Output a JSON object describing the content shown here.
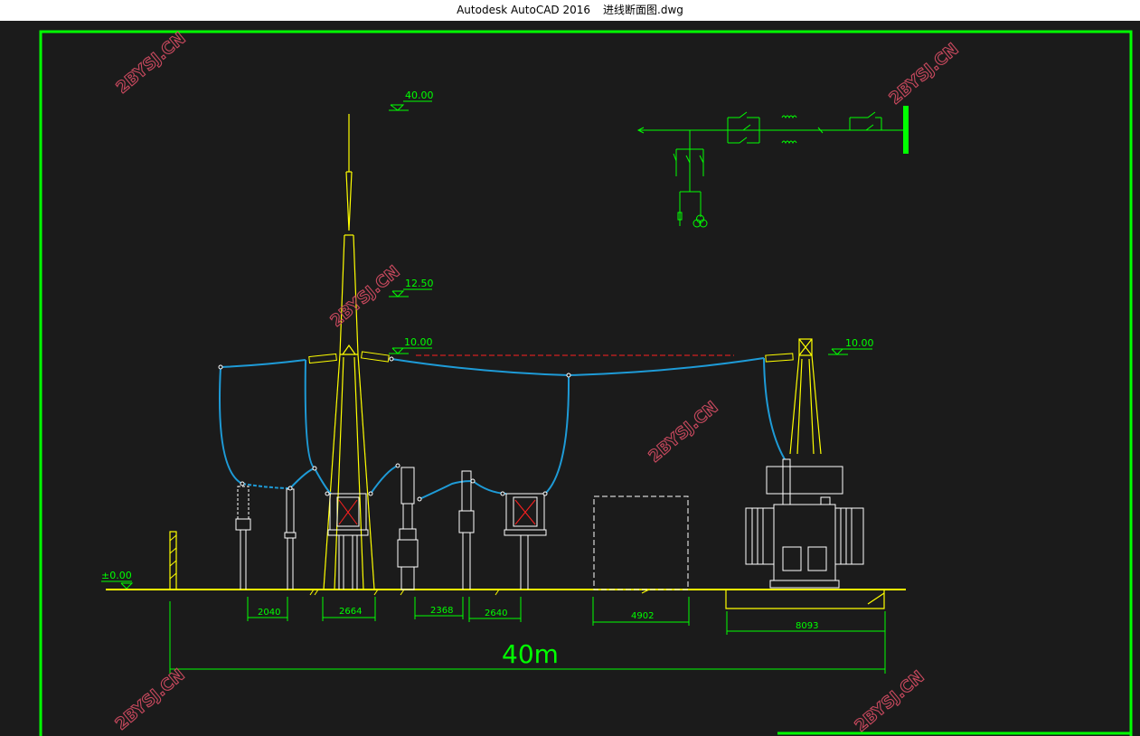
{
  "window": {
    "app_title": "Autodesk AutoCAD 2016",
    "file_name": "进线断面图.dwg"
  },
  "drawing": {
    "elevation_top": "40.00",
    "elevation_mid": "12.50",
    "elevation_beam_left": "10.00",
    "elevation_beam_right": "10.00",
    "elevation_ground": "±0.00",
    "dims": {
      "d1": "2040",
      "d2": "2664",
      "d3": "2368",
      "d4": "2640",
      "d5": "4902",
      "d6": "8093",
      "total": "40m"
    },
    "watermark": "2BYSJ.CN"
  },
  "colors": {
    "background": "#1b1b1b",
    "border": "#00ff00",
    "structure": "#ffff00",
    "conductor": "#1e9bd7",
    "equipment": "#ffffff",
    "dimension": "#00ff00",
    "centerline": "#ff2020",
    "watermark": "#c8495e"
  }
}
